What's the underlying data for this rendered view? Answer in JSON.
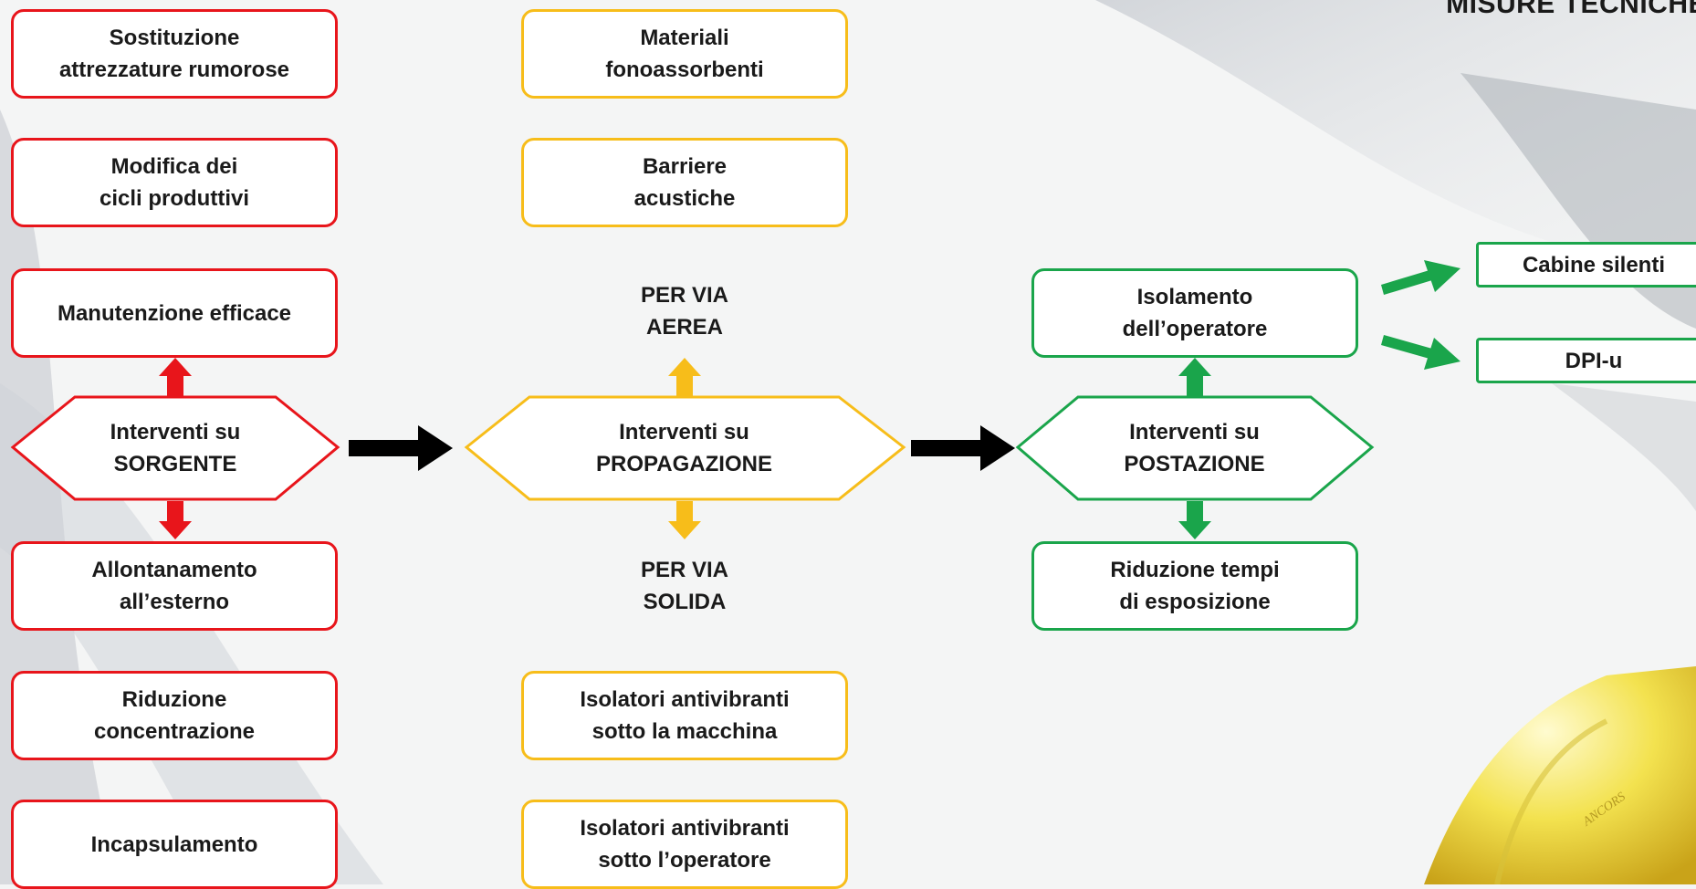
{
  "title": "MISURE TECNICHE",
  "colors": {
    "sorgente": "#e8151b",
    "propagazione": "#f7bd1a",
    "postazione": "#1aa54b",
    "flow": "#000000"
  },
  "sorgente": {
    "hub": "Interventi su\nSORGENTE",
    "items": [
      "Sostituzione\nattrezzature rumorose",
      "Modifica dei\ncicli produttivi",
      "Manutenzione efficace",
      "Allontanamento\nall’esterno",
      "Riduzione\nconcentrazione",
      "Incapsulamento"
    ]
  },
  "propagazione": {
    "hub": "Interventi su\nPROPAGAZIONE",
    "aerea_label": "PER VIA\nAEREA",
    "solida_label": "PER VIA\nSOLIDA",
    "items": [
      "Materiali\nfonoassorbenti",
      "Barriere\nacustiche",
      "Isolatori antivibranti\nsotto la macchina",
      "Isolatori antivibranti\nsotto l’operatore"
    ]
  },
  "postazione": {
    "hub": "Interventi su\nPOSTAZIONE",
    "isolamento": "Isolamento\ndell’operatore",
    "riduzione": "Riduzione tempi\ndi esposizione",
    "cabine": "Cabine silenti",
    "dpi": "DPI-u"
  },
  "helmet_text": "ANCORS"
}
